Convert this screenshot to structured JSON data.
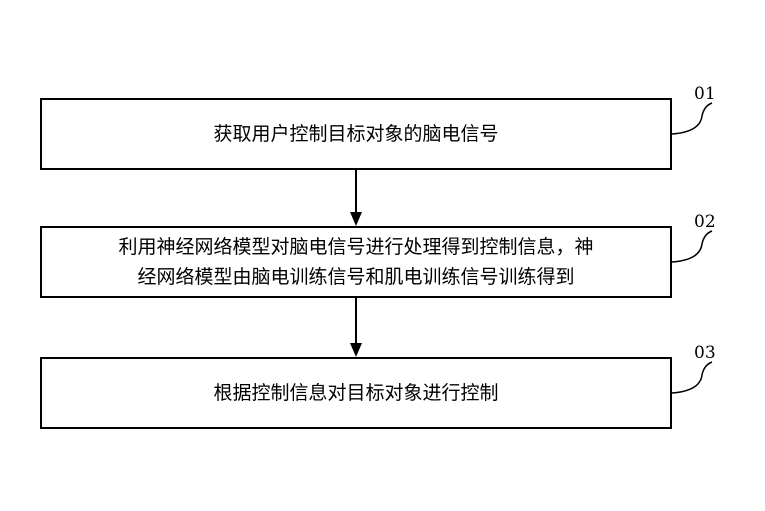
{
  "steps": [
    {
      "id": "01",
      "lines": [
        "获取用户控制目标对象的脑电信号"
      ]
    },
    {
      "id": "02",
      "lines": [
        "利用神经网络模型对脑电信号进行处理得到控制信息，神",
        "经网络模型由脑电训练信号和肌电训练信号训练得到"
      ]
    },
    {
      "id": "03",
      "lines": [
        "根据控制信息对目标对象进行控制"
      ]
    }
  ],
  "colors": {
    "line": "#000000",
    "background": "#ffffff"
  }
}
